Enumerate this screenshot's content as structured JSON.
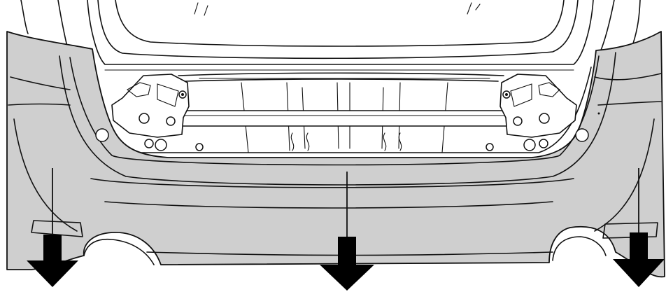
{
  "figure": {
    "kind": "service-manual-illustration",
    "subject-icon": "rear-bumper-removal-icon",
    "colors": {
      "bumper_fill": "#cfcfcf",
      "line": "#111111",
      "background": "#ffffff",
      "arrow": "#000000"
    },
    "arrows": [
      {
        "name": "arrow-left",
        "direction": "down"
      },
      {
        "name": "arrow-center",
        "direction": "down"
      },
      {
        "name": "arrow-right",
        "direction": "down"
      }
    ]
  }
}
